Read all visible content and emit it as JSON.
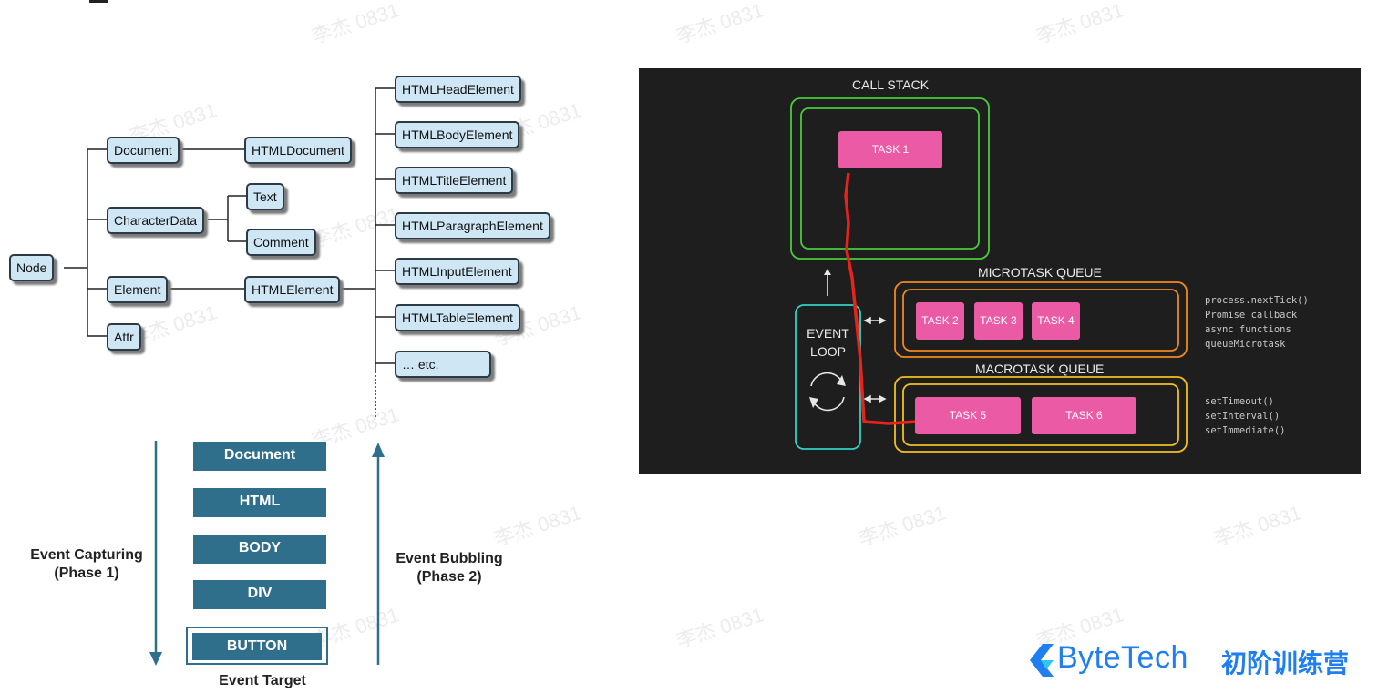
{
  "watermark": "李杰 0831",
  "dom_tree": {
    "root": "Node",
    "level1": [
      "Document",
      "CharacterData",
      "Element",
      "Attr"
    ],
    "html_document": "HTMLDocument",
    "text": "Text",
    "comment": "Comment",
    "html_element": "HTMLElement",
    "html_children": [
      "HTMLHeadElement",
      "HTMLBodyElement",
      "HTMLTitleElement",
      "HTMLParagraphElement",
      "HTMLInputElement",
      "HTMLTableElement",
      "… etc."
    ]
  },
  "event_flow": {
    "layers": [
      "Document",
      "HTML",
      "BODY",
      "DIV",
      "BUTTON"
    ],
    "capturing": [
      "Event Capturing",
      "(Phase 1)"
    ],
    "bubbling": [
      "Event Bubbling",
      "(Phase 2)"
    ],
    "target": "Event Target"
  },
  "event_loop": {
    "call_stack": "CALL STACK",
    "call_stack_task": "TASK 1",
    "microtask_queue": "MICROTASK QUEUE",
    "micro_tasks": [
      "TASK 2",
      "TASK 3",
      "TASK 4"
    ],
    "macrotask_queue": "MACROTASK QUEUE",
    "macro_tasks": [
      "TASK 5",
      "TASK 6"
    ],
    "event_loop_label": [
      "EVENT",
      "LOOP"
    ],
    "micro_apis": [
      "process.nextTick()",
      "Promise callback",
      "async functions",
      "queueMicrotask"
    ],
    "macro_apis": [
      "setTimeout()",
      "setInterval()",
      "setImmediate()"
    ]
  },
  "brand": {
    "name": "ByteTech",
    "tagline": "初阶训练营",
    "color": "#1f7ff0"
  }
}
